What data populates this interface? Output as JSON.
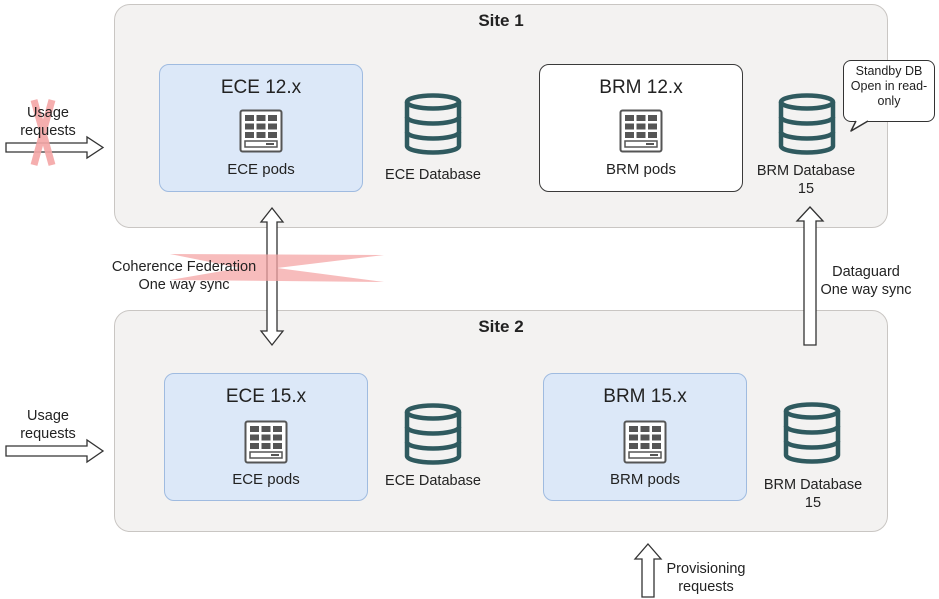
{
  "site1": {
    "title": "Site 1",
    "ece_box": {
      "title": "ECE 12.x",
      "caption": "ECE pods"
    },
    "ece_db_label": "ECE Database",
    "brm_box": {
      "title": "BRM 12.x",
      "caption": "BRM pods"
    },
    "brm_db_label_line1": "BRM Database",
    "brm_db_label_line2": "15",
    "callout": {
      "line1": "Standby DB",
      "line2": "Open in read-",
      "line3": "only"
    }
  },
  "site2": {
    "title": "Site 2",
    "ece_box": {
      "title": "ECE 15.x",
      "caption": "ECE pods"
    },
    "ece_db_label": "ECE Database",
    "brm_box": {
      "title": "BRM 15.x",
      "caption": "BRM pods"
    },
    "brm_db_label_line1": "BRM Database",
    "brm_db_label_line2": "15"
  },
  "usage_site1": {
    "line1": "Usage",
    "line2": "requests",
    "blocked": true
  },
  "usage_site2": {
    "line1": "Usage",
    "line2": "requests"
  },
  "coherence": {
    "line1": "Coherence Federation",
    "line2": "One way sync",
    "blocked": true
  },
  "dataguard": {
    "line1": "Dataguard",
    "line2": "One way sync"
  },
  "provisioning": {
    "line1": "Provisioning",
    "line2": "requests"
  },
  "colors": {
    "db_icon": "#2f5a5f",
    "blocked_mark": "#f4a6a6",
    "blue_box": "#dce8f8",
    "site_bg": "#f3f2f1"
  }
}
